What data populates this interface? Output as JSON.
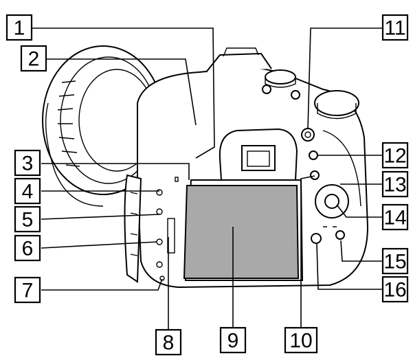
{
  "figure": {
    "description_labels": [
      "1",
      "2",
      "3",
      "4",
      "5",
      "6",
      "7",
      "8",
      "9",
      "10",
      "11",
      "12",
      "13",
      "14",
      "15",
      "16"
    ]
  },
  "callouts": [
    {
      "label": "1"
    },
    {
      "label": "2"
    },
    {
      "label": "3"
    },
    {
      "label": "4"
    },
    {
      "label": "5"
    },
    {
      "label": "6"
    },
    {
      "label": "7"
    },
    {
      "label": "8"
    },
    {
      "label": "9"
    },
    {
      "label": "10"
    },
    {
      "label": "11"
    },
    {
      "label": "12"
    },
    {
      "label": "13"
    },
    {
      "label": "14"
    },
    {
      "label": "15"
    },
    {
      "label": "16"
    }
  ],
  "colors": {
    "line": "#000000",
    "screen": "#a9a9a9",
    "background": "#ffffff"
  }
}
